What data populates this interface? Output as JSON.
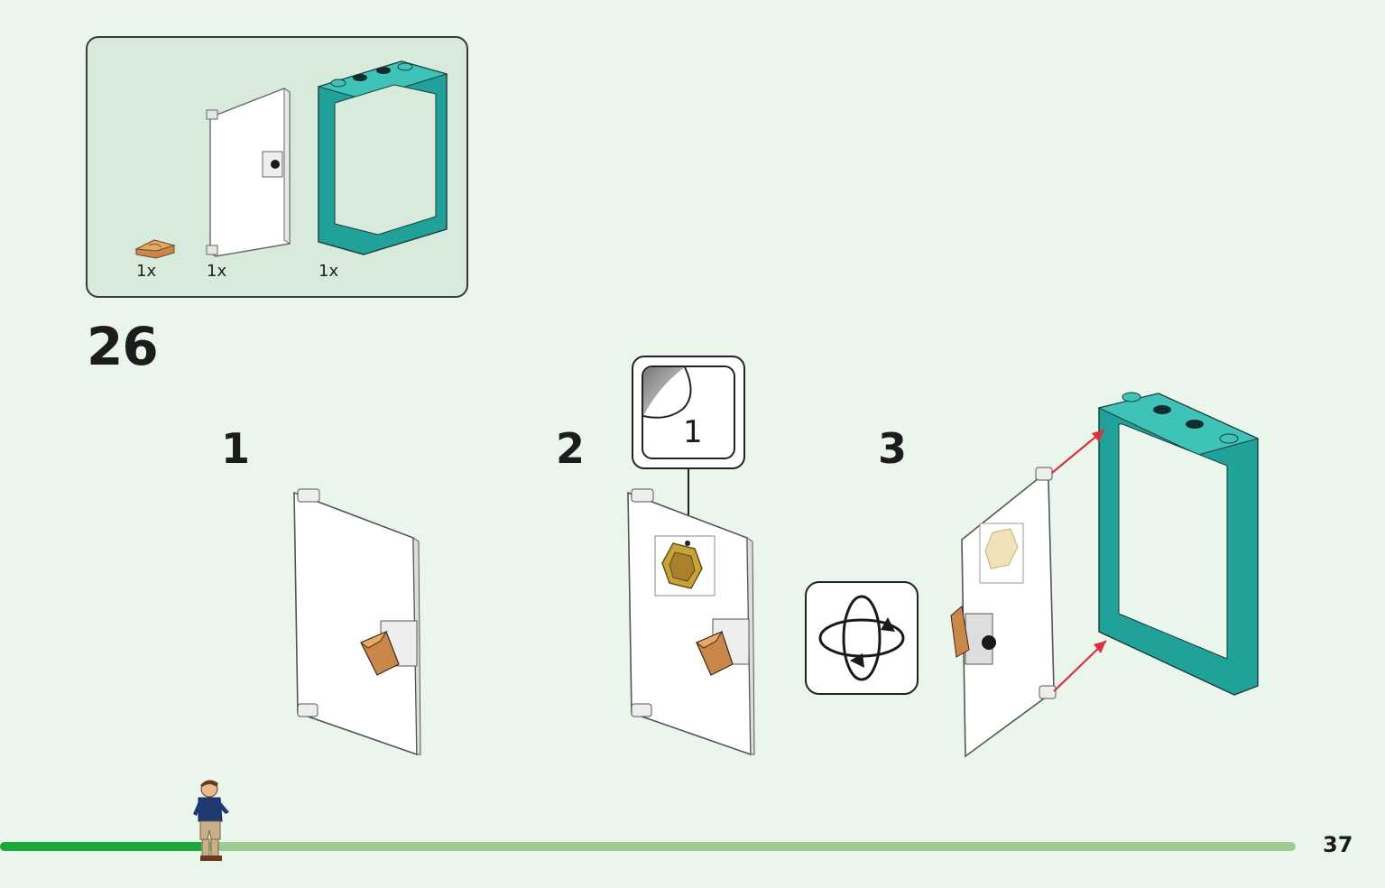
{
  "parts_list": {
    "items": [
      {
        "icon": "orange-tile-icon",
        "qty": "1x"
      },
      {
        "icon": "door-panel-icon",
        "qty": "1x"
      },
      {
        "icon": "door-frame-icon",
        "qty": "1x"
      }
    ]
  },
  "step": {
    "number": "26",
    "substeps": [
      {
        "number": "1"
      },
      {
        "number": "2",
        "sticker_label": "1"
      },
      {
        "number": "3"
      }
    ],
    "rotate_icon": "rotate-model-icon"
  },
  "footer": {
    "progress": 0.155,
    "page_number": "37",
    "character_icon": "minifigure-icon"
  },
  "colors": {
    "background": "#eaf5ec",
    "parts_box": "#d8eadb",
    "teal_frame": "#20a29a",
    "orange_tile": "#d99a5a",
    "arrow_red": "#d8333c",
    "progress_fill": "#1aa83a",
    "progress_track": "#9ccc92"
  }
}
